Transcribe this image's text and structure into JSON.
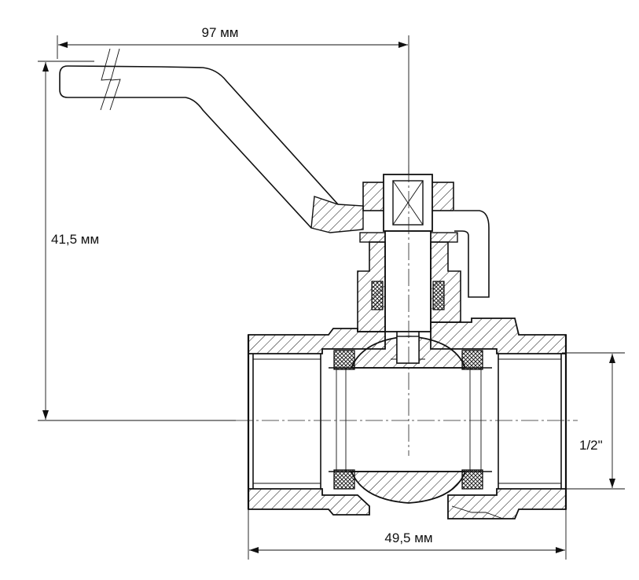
{
  "dimensions": {
    "handle_length": "97 мм",
    "height": "41,5 мм",
    "body_length": "49,5 мм",
    "thread_size": "1/2\""
  },
  "colors": {
    "line": "#111111",
    "background": "#ffffff"
  }
}
